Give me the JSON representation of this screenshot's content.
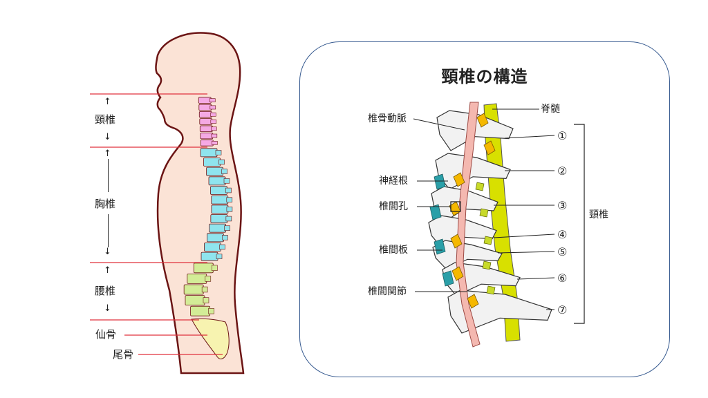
{
  "left_figure": {
    "regions": [
      {
        "label": "頸椎"
      },
      {
        "label": "胸椎"
      },
      {
        "label": "腰椎"
      }
    ],
    "bones": [
      {
        "label": "仙骨"
      },
      {
        "label": "尾骨"
      }
    ],
    "arrow_up": "↑",
    "arrow_down": "↓",
    "colors": {
      "body_fill": "#fbe3d6",
      "body_outline": "#6b1414",
      "guide_line": "#e0303c",
      "cervical": "#f5a9e4",
      "thoracic": "#8fe4ee",
      "lumbar": "#d3ec97",
      "sacrum": "#f7f3b0"
    }
  },
  "cervical_panel": {
    "title": "頸椎の構造",
    "left_labels": [
      {
        "label": "椎骨動脈"
      },
      {
        "label": "神経根"
      },
      {
        "label": "椎間孔"
      },
      {
        "label": "椎間板"
      },
      {
        "label": "椎間関節"
      }
    ],
    "right_top_label": "脊髄",
    "numbers": [
      "①",
      "②",
      "③",
      "④",
      "⑤",
      "⑥",
      "⑦"
    ],
    "bracket_label": "頸椎",
    "colors": {
      "border": "#35598f",
      "bone": "#f2f2f2",
      "spinal_cord": "#d8e000",
      "artery": "#f4b8b0",
      "nerve_root": "#f5b800",
      "disc": "#2a9fa8"
    }
  }
}
